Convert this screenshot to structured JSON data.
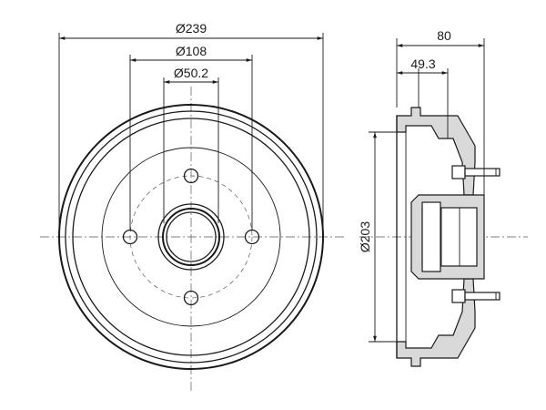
{
  "dimensions": {
    "drum_outer_diameter": "Ø239",
    "bolt_circle_diameter": "Ø108",
    "center_bore_diameter": "Ø50.2",
    "braking_surface_diameter": "Ø203",
    "overall_height": "80",
    "hub_height": "49.3"
  },
  "colors": {
    "line": "#1a1a1a",
    "section_fill": "#d9d9d9",
    "background": "#ffffff"
  }
}
